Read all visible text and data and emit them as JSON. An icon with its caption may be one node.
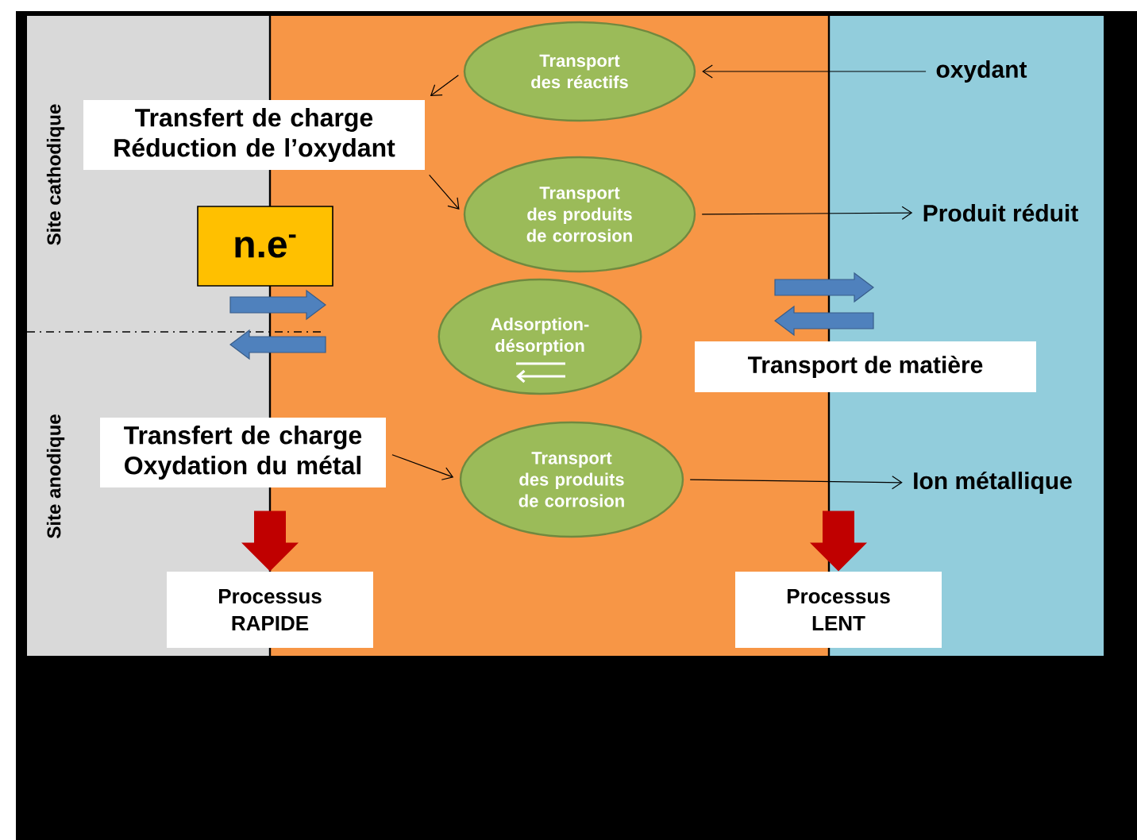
{
  "diagram": {
    "nodes": [
      {
        "text": [
          "Transfert de charge Réduction de l’oxydant"
        ]
      },
      {
        "text": [
          "Transport des réactifs"
        ]
      },
      {
        "text": [
          "Transport des produits de corrosion"
        ]
      },
      {
        "text": [
          "Adsorption-désorption"
        ]
      },
      {
        "text": [
          "Transport des produits de corrosion"
        ]
      },
      {
        "text": [
          "Transfert de charge Oxydation du métal"
        ]
      },
      {
        "text": [
          "oxydant"
        ]
      },
      {
        "text": [
          "Produit réduit"
        ]
      },
      {
        "text": [
          "Ion métallique"
        ]
      },
      {
        "text": [
          "n.e$^{-}$"
        ]
      },
      {
        "text": [
          "Transport de matière"
        ]
      },
      {
        "text": [
          "Processus RAPIDE"
        ]
      },
      {
        "text": [
          "Processus LENT"
        ]
      }
    ],
    "edges": [
      {
        "from": 1,
        "to": 0,
        "arrow": "to"
      },
      {
        "from": 0,
        "to": 2,
        "arrow": "to"
      },
      {
        "from": 6,
        "to": 1,
        "arrow": "to"
      },
      {
        "from": 2,
        "to": 7,
        "arrow": "to"
      },
      {
        "from": 5,
        "to": 4,
        "arrow": "to"
      },
      {
        "from": 4,
        "to": 8,
        "arrow": "to"
      },
      {
        "from": null,
        "to": 11,
        "arrow": "to",
        "style": "thick",
        "color": "#c00000"
      },
      {
        "from": null,
        "to": 12,
        "arrow": "to",
        "style": "thick",
        "color": "#c00000"
      }
    ],
    "labels": [
      "Site cathodique",
      "Site anodique"
    ]
  }
}
